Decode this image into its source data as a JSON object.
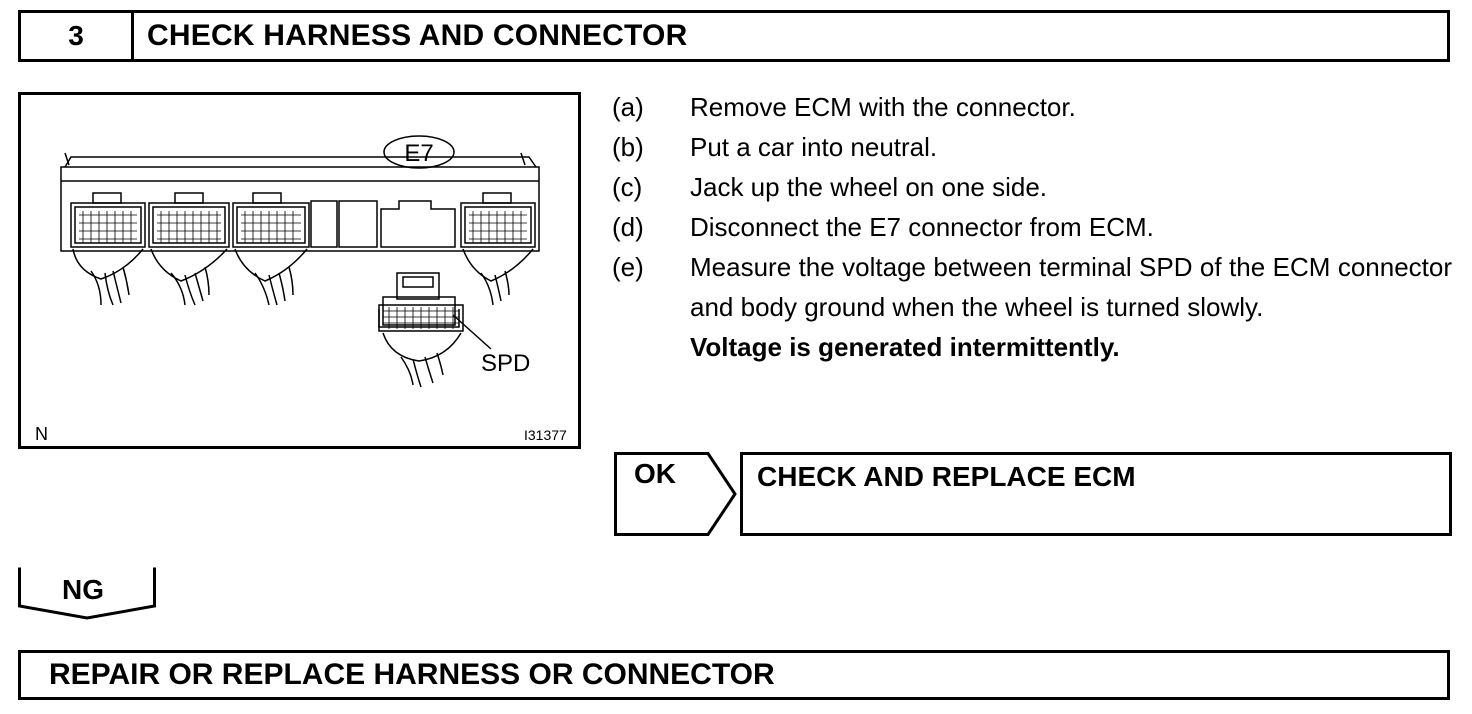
{
  "header": {
    "step_number": "3",
    "title": "CHECK HARNESS AND CONNECTOR"
  },
  "figure": {
    "connector_label": "E7",
    "terminal_label": "SPD",
    "corner_mark": "N",
    "figure_id": "I31377"
  },
  "steps": [
    {
      "letter": "(a)",
      "text": "Remove ECM with the connector."
    },
    {
      "letter": "(b)",
      "text": "Put a car into neutral."
    },
    {
      "letter": "(c)",
      "text": "Jack up the wheel on one side."
    },
    {
      "letter": "(d)",
      "text": "Disconnect the E7 connector from ECM."
    },
    {
      "letter": "(e)",
      "text": "Measure the voltage between terminal SPD of the ECM connector and body ground when the wheel is turned slowly."
    }
  ],
  "specification": "Voltage is generated intermittently.",
  "ok": {
    "label": "OK",
    "result": "CHECK AND REPLACE ECM"
  },
  "ng": {
    "label": "NG"
  },
  "final_action": "REPAIR OR REPLACE HARNESS OR CONNECTOR"
}
